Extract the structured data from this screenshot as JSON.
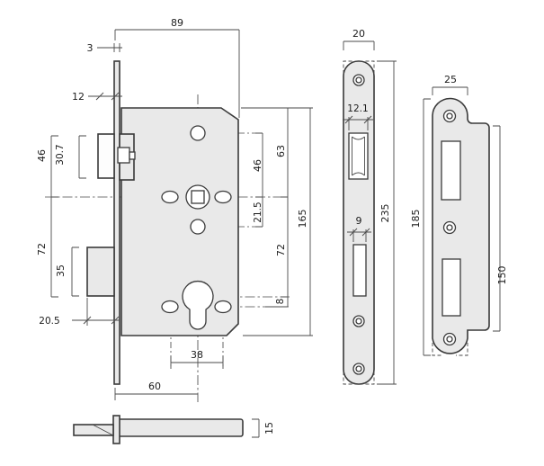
{
  "drawing": {
    "type": "technical-drawing",
    "subject": "mortise-lock",
    "line_color": "#3a3a3a",
    "fill_color": "#e9e9e9",
    "views": {
      "lock_body": {
        "dims": {
          "depth": "89",
          "plate_thickness": "3",
          "latch_throw": "12",
          "latch_height": "30.7",
          "upper_span": "46",
          "lower_span": "72",
          "deadbolt_height": "35",
          "deadbolt_throw": "20.5",
          "screw_spacing": "38",
          "backset": "60",
          "spindle_to_top_hole": "46",
          "spindle_to_small_hole": "21.5",
          "top_to_spindle": "63",
          "spindle_to_cylinder": "72",
          "cylinder_to_screw_line": "8",
          "case_height": "165"
        }
      },
      "faceplate": {
        "dims": {
          "width": "20",
          "latch_cutout_width": "12.1",
          "deadbolt_cutout_width": "9",
          "length": "235"
        }
      },
      "strike_plate": {
        "dims": {
          "width": "25",
          "length": "185",
          "lip_length": "150"
        }
      },
      "top_view": {
        "dims": {
          "case_thickness": "15"
        }
      }
    }
  }
}
